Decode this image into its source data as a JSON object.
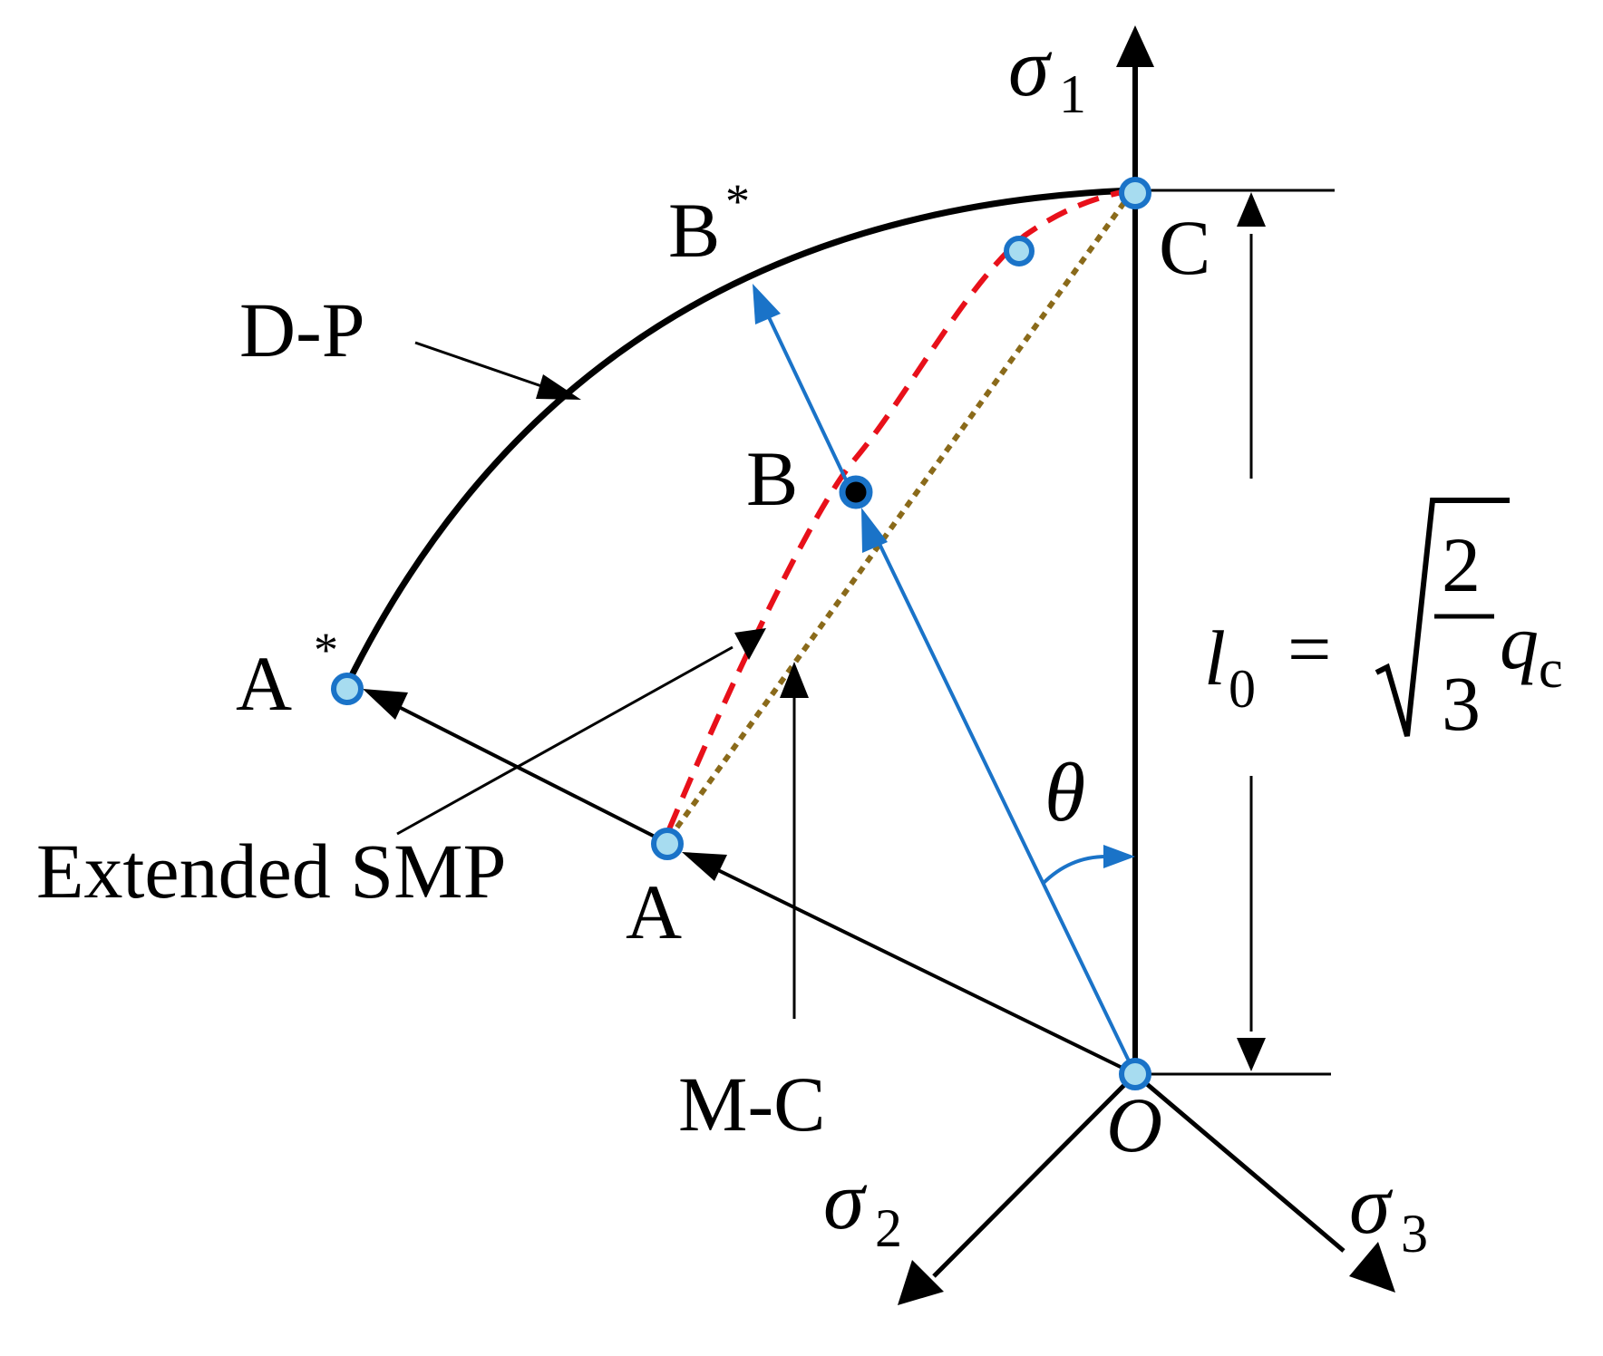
{
  "labels": {
    "sigma1": "σ",
    "sigma1_sub": "1",
    "sigma2": "σ",
    "sigma2_sub": "2",
    "sigma3": "σ",
    "sigma3_sub": "3",
    "point_a": "A",
    "point_a_star": "A",
    "point_a_star_sup": "*",
    "point_b": "B",
    "point_b_star": "B",
    "point_b_star_sup": "*",
    "point_c": "C",
    "origin": "O",
    "theta": "θ",
    "dp": "D-P",
    "mc": "M-C",
    "smp": "Extended SMP"
  },
  "formula": {
    "lhs_var": "l",
    "lhs_sub": "0",
    "equals": "=",
    "frac_num": "2",
    "frac_den": "3",
    "rhs_var": "q",
    "rhs_sub": "c"
  },
  "colors": {
    "ink": "#000000",
    "blue": "#1a73c8",
    "red": "#e8101a",
    "olive": "#8a6a1a",
    "point_fill": "#a7dcf0"
  }
}
